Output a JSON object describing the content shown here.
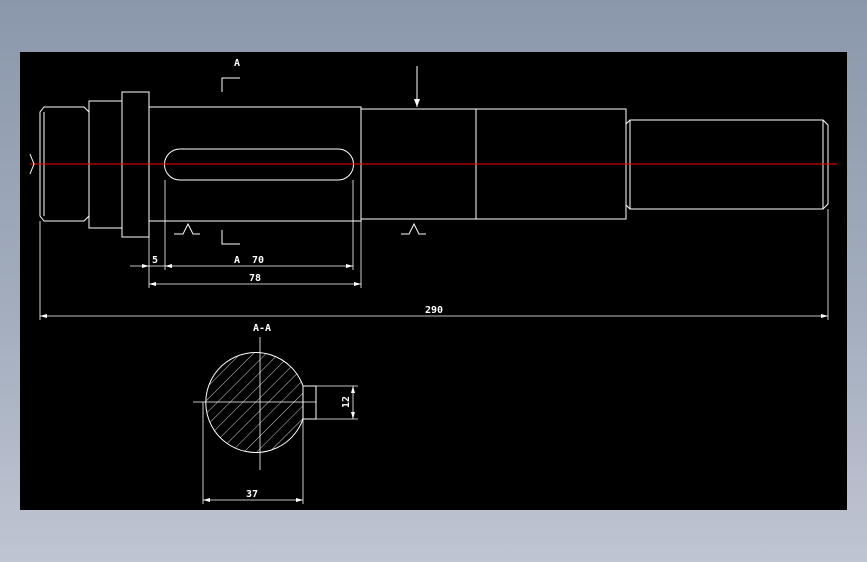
{
  "drawing": {
    "background": "#000000",
    "line_color": "#ffffff",
    "centerline_color": "#ff0000",
    "section_label_top": "A",
    "section_label_bottom": "A",
    "section_title": "A-A",
    "dimensions": {
      "d_5": "5",
      "d_70": "70",
      "d_78": "78",
      "d_290": "290",
      "d_37": "37",
      "d_12": "12"
    }
  }
}
